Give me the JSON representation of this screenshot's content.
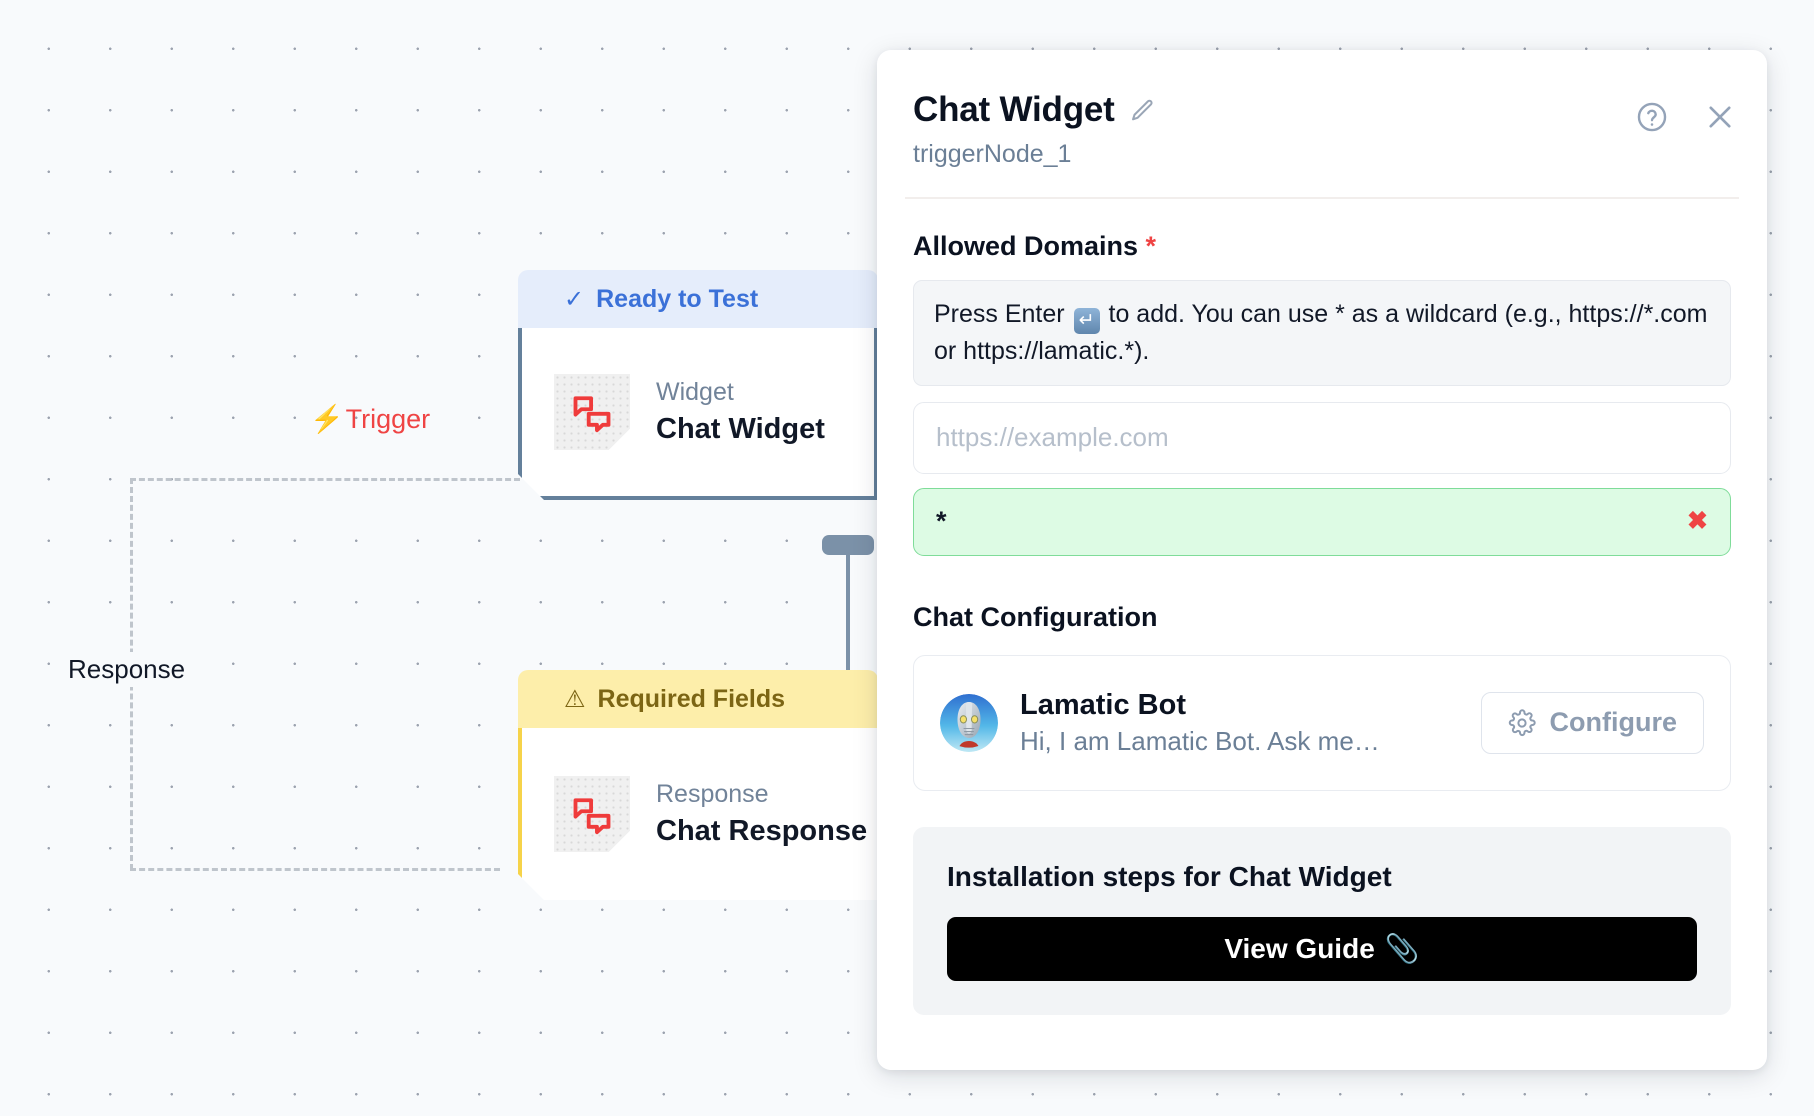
{
  "canvas": {
    "edges": [
      {
        "label": "Trigger",
        "icon": "lightning-bolt-icon"
      },
      {
        "label": "Response",
        "icon": ""
      }
    ],
    "nodes": [
      {
        "status_label": "Ready to Test",
        "status_icon": "check-icon",
        "kind": "Widget",
        "title": "Chat Widget",
        "node_icon": "chat-bubbles-icon"
      },
      {
        "status_label": "Required Fields",
        "status_icon": "warning-triangle-icon",
        "kind": "Response",
        "title": "Chat Response",
        "node_icon": "chat-bubbles-icon"
      }
    ]
  },
  "panel": {
    "title": "Chat Widget",
    "edit_icon": "pencil-icon",
    "subtitle": "triggerNode_1",
    "help_icon": "help-circle-icon",
    "close_icon": "close-icon",
    "allowed_domains": {
      "label": "Allowed Domains",
      "required_marker": "*",
      "hint_before_key": "Press Enter ",
      "enter_key_glyph": "↵",
      "hint_after_key": " to add. You can use * as a wildcard (e.g., https://*.com or https://lamatic.*).",
      "input_placeholder": "https://example.com",
      "input_value": "",
      "tags": [
        {
          "value": "*",
          "remove_icon": "close-small-icon",
          "remove_label": "✖"
        }
      ]
    },
    "chat_configuration": {
      "label": "Chat Configuration",
      "bot": {
        "avatar_icon": "robot-avatar-icon",
        "name": "Lamatic Bot",
        "greeting": "Hi, I am Lamatic Bot. Ask me…",
        "configure_label": "Configure",
        "configure_icon": "gear-icon"
      }
    },
    "installation": {
      "title": "Installation steps for Chat Widget",
      "view_guide_label": "View Guide",
      "view_guide_icon": "paperclip-icon",
      "view_guide_glyph": "📎"
    }
  },
  "colors": {
    "accent_blue": "#3b71d8",
    "warning_yellow": "#fdeeaa",
    "trigger_red": "#ef4444",
    "tag_green_bg": "#ddfbe4",
    "tag_green_border": "#7fdc99",
    "node_border": "#64809b"
  }
}
